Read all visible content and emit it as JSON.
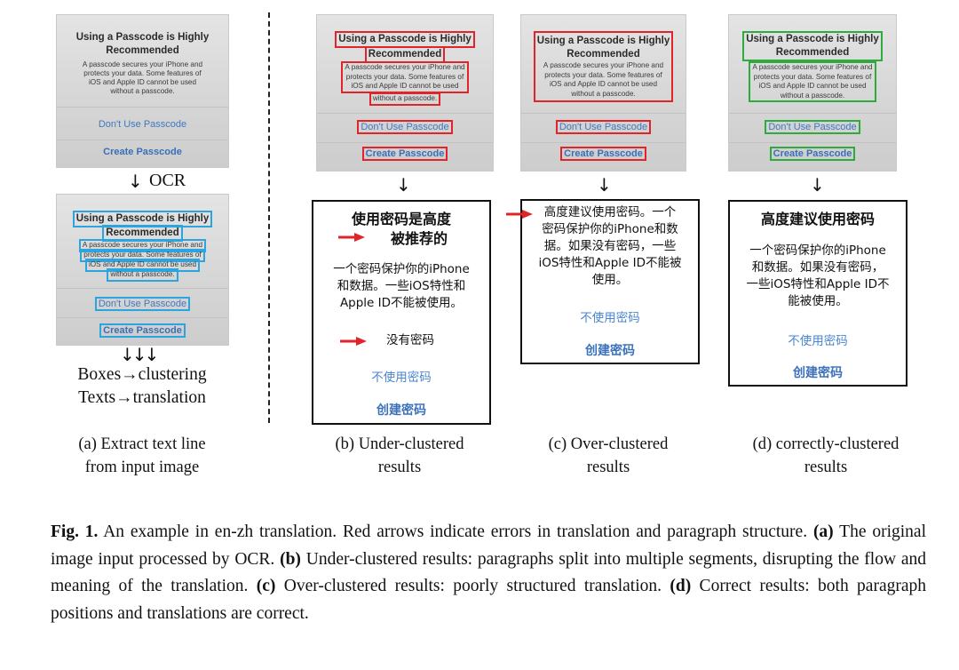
{
  "dialog": {
    "title_line1": "Using a Passcode is Highly",
    "title_line2": "Recommended",
    "body": [
      "A passcode secures your iPhone and",
      "protects your data. Some features of",
      "iOS and Apple ID cannot be used",
      "without a passcode."
    ],
    "dont_use": "Don't Use Passcode",
    "create": "Create Passcode"
  },
  "left_panel": {
    "ocr_arrow": "↓",
    "ocr_label": "OCR",
    "triple_arrows": "↓↓↓",
    "boxes_line": "Boxes→clustering",
    "texts_line": "Texts→translation"
  },
  "panel_b": {
    "title1": "使用密码是高度",
    "title2": "被推荐的",
    "body": [
      "一个密码保护你的iPhone",
      "和数据。一些iOS特性和",
      "Apple ID不能被使用。"
    ],
    "stray": "没有密码",
    "dont_use": "不使用密码",
    "create": "创建密码"
  },
  "panel_c": {
    "body": [
      "高度建议使用密码。一个",
      "密码保护你的iPhone和数",
      "据。如果没有密码，一些",
      "iOS特性和Apple ID不能被",
      "使用。"
    ],
    "dont_use": "不使用密码",
    "create": "创建密码"
  },
  "panel_d": {
    "title": "高度建议使用密码",
    "body": [
      "一个密码保护你的iPhone",
      "和数据。如果没有密码，",
      "一些iOS特性和Apple ID不",
      "能被使用。"
    ],
    "dont_use": "不使用密码",
    "create": "创建密码"
  },
  "arrow_glyph": "↓",
  "labels": {
    "a1": "(a) Extract text line",
    "a2": "from input image",
    "b1": "(b) Under-clustered",
    "b2": "results",
    "c1": "(c) Over-clustered",
    "c2": "results",
    "d1": "(d) correctly-clustered",
    "d2": "results"
  },
  "caption": {
    "fig": "Fig. 1.",
    "t1": " An example in en-zh translation. Red arrows indicate errors in translation and paragraph structure. ",
    "a": "(a)",
    "t2": " The original image input processed by OCR. ",
    "b": "(b)",
    "t3": " Under-clustered results: paragraphs split into multiple segments, disrupting the flow and meaning of the translation. ",
    "c": "(c)",
    "t4": " Over-clustered results: poorly structured translation. ",
    "d": "(d)",
    "t5": " Correct results: both paragraph positions and translations are correct."
  },
  "colors": {
    "error_red": "#e0242a",
    "ocr_blue": "#2aa5e0",
    "correct_green": "#2faa3f",
    "link_blue": "#4a86d0"
  }
}
